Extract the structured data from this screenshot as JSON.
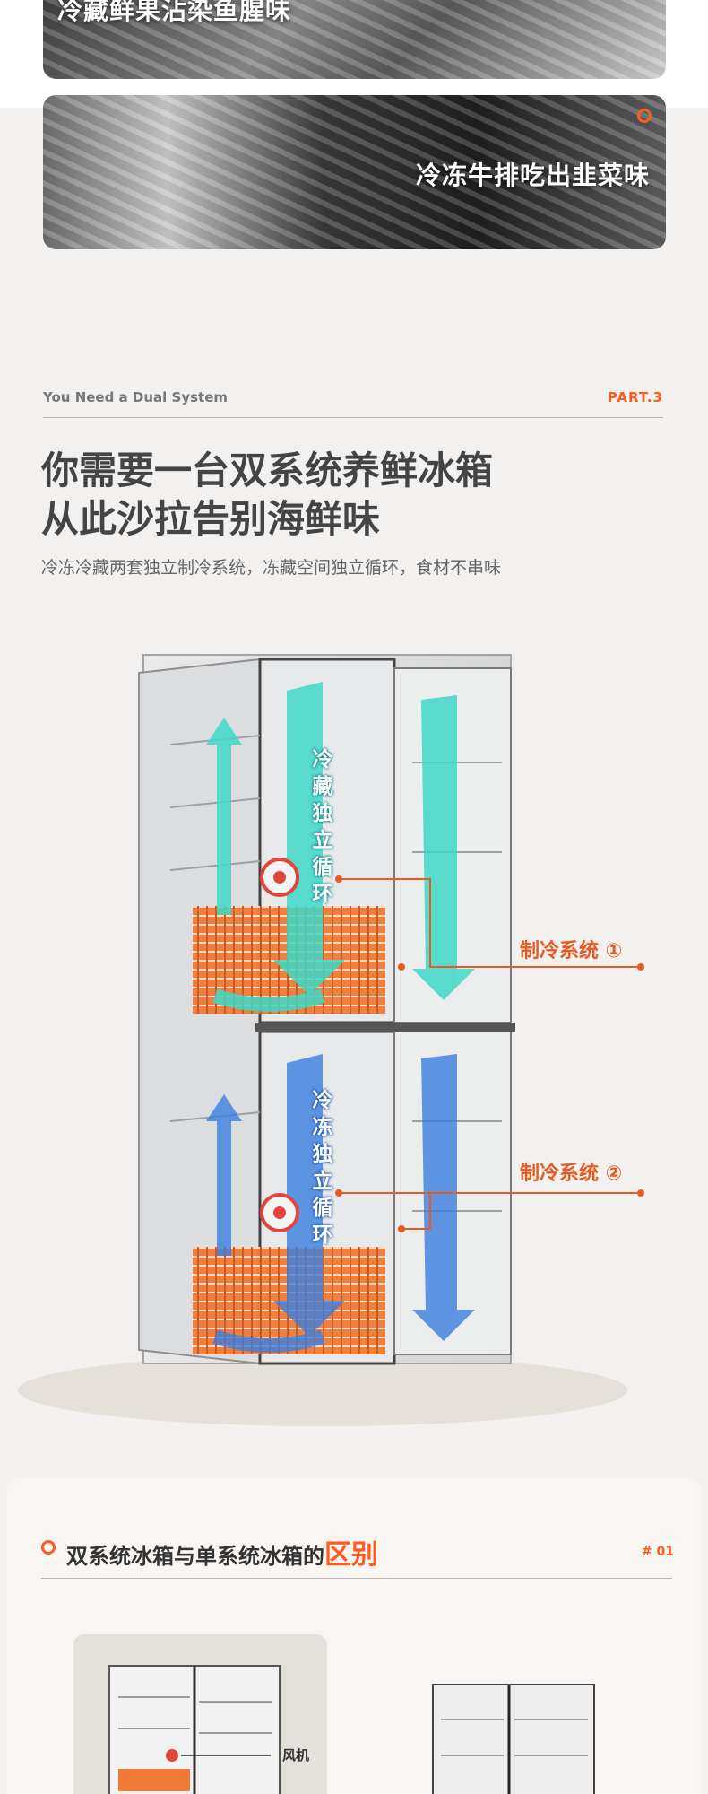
{
  "top_cards": [
    {
      "caption": "冷藏鲜果沾染鱼腥味"
    },
    {
      "caption": "冷冻牛排吃出韭菜味"
    }
  ],
  "section": {
    "english_title": "You Need a Dual System",
    "part": "PART.3",
    "headline_line1": "你需要一台双系统养鲜冰箱",
    "headline_line2": "从此沙拉告别海鲜味",
    "subline": "冷冻冷藏两套独立制冷系统，冻藏空间独立循环，食材不串味"
  },
  "diagram": {
    "fridge_loop_label": "冷藏独立循环",
    "freezer_loop_label": "冷冻独立循环",
    "system1": "制冷系统 ①",
    "system2": "制冷系统 ②",
    "colors": {
      "fridge_loop": "#3fd9c8",
      "freezer_loop": "#3b7fe0",
      "coil": "#f07a35",
      "accent": "#e65b22"
    }
  },
  "compare": {
    "title_prefix": "双系统冰箱与单系统冰箱的",
    "title_highlight": "区别",
    "tag": "# 01",
    "fan_label": "风机"
  }
}
